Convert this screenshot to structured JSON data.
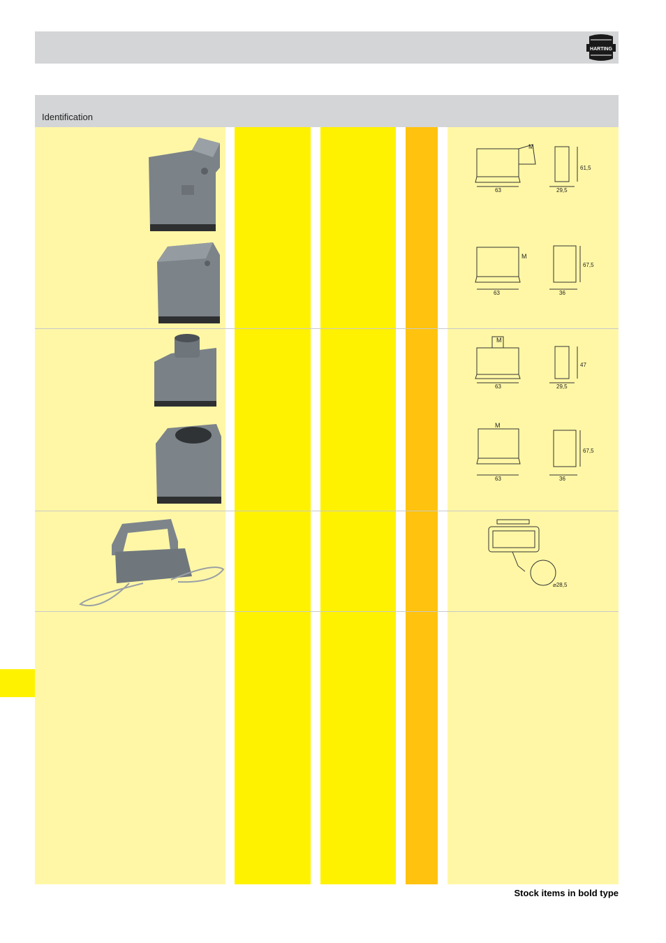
{
  "brand": {
    "logo_text": "HARTING"
  },
  "header": {
    "identification_label": "Identification"
  },
  "drawings": {
    "d1": {
      "width": "63",
      "depth": "29,5",
      "height": "61,5",
      "thread": "M"
    },
    "d2": {
      "width": "63",
      "depth": "36",
      "height": "67,5",
      "thread": "M"
    },
    "d3": {
      "width": "63",
      "depth": "29,5",
      "height": "47",
      "thread": "M"
    },
    "d4": {
      "width": "63",
      "depth": "36",
      "height": "67,5",
      "thread": "M"
    },
    "d5": {
      "diameter": "⌀28,5"
    }
  },
  "footer": {
    "note": "Stock items in bold type"
  }
}
